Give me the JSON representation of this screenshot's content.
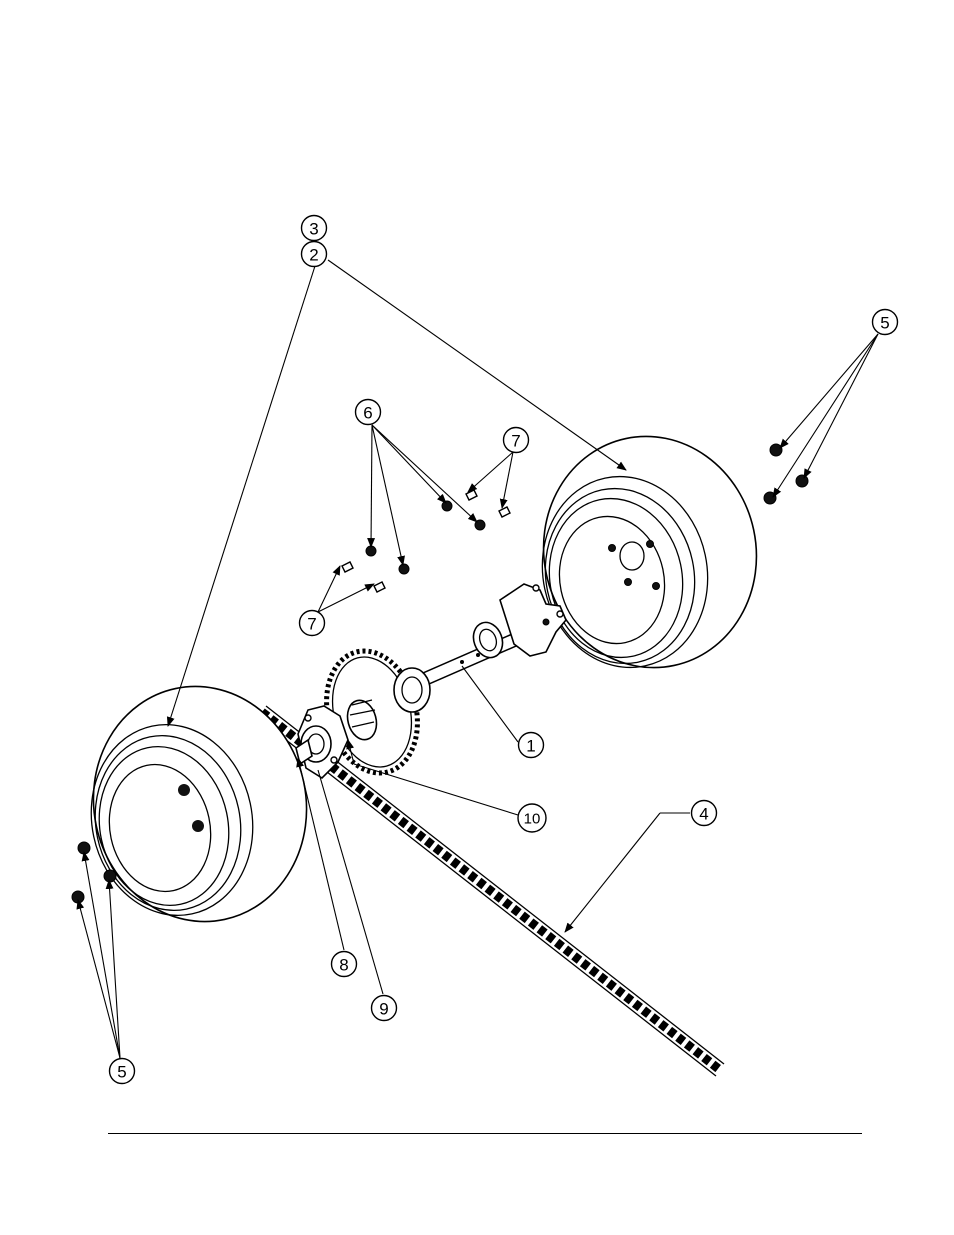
{
  "diagram": {
    "callouts": {
      "c3": "3",
      "c2": "2",
      "c5_right": "5",
      "c6": "6",
      "c7_top": "7",
      "c7_left": "7",
      "c1": "1",
      "c10": "10",
      "c4": "4",
      "c8": "8",
      "c9": "9",
      "c5_left": "5"
    }
  }
}
